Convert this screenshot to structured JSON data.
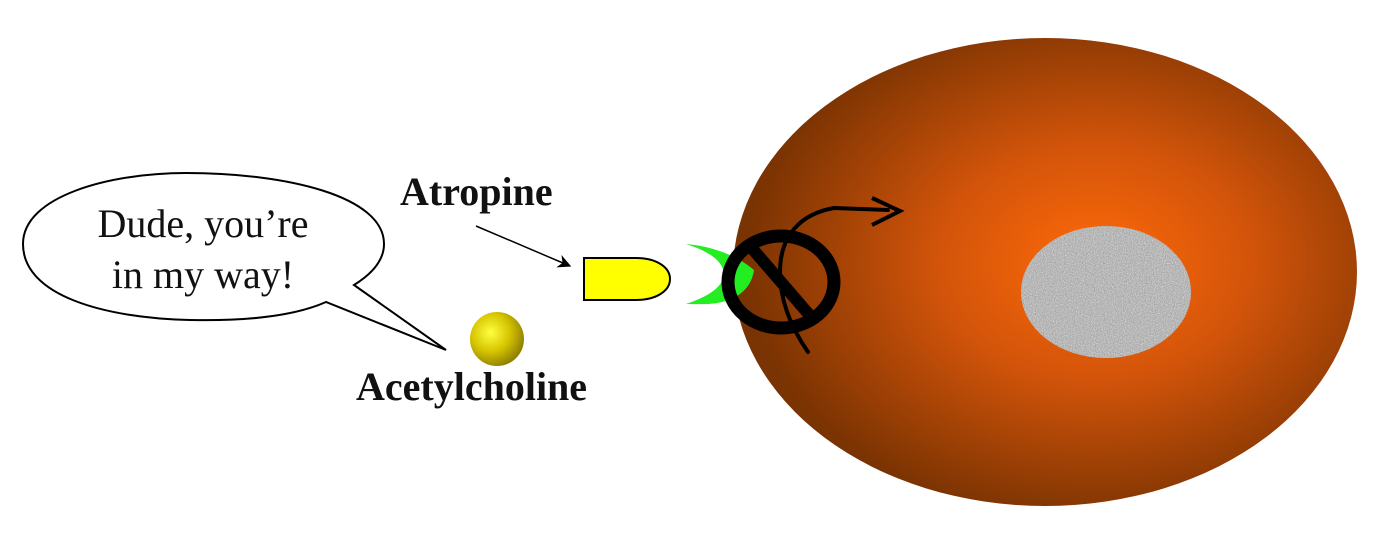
{
  "speech_bubble": {
    "line1": "Dude, you’re",
    "line2": "in my way!"
  },
  "labels": {
    "atropine": "Atropine",
    "acetylcholine": "Acetylcholine"
  },
  "icons": {
    "prohibited": "no-entry-icon",
    "signal_arrow": "curved-arrow-icon"
  },
  "colors": {
    "cell_center": "#ff6a08",
    "cell_edge": "#7a3302",
    "nucleus": "#a4a4a4",
    "atropine": "#ffff00",
    "receptor": "#22ee22",
    "acetylcholine_center": "#ffff40",
    "acetylcholine_edge": "#8f8000"
  }
}
